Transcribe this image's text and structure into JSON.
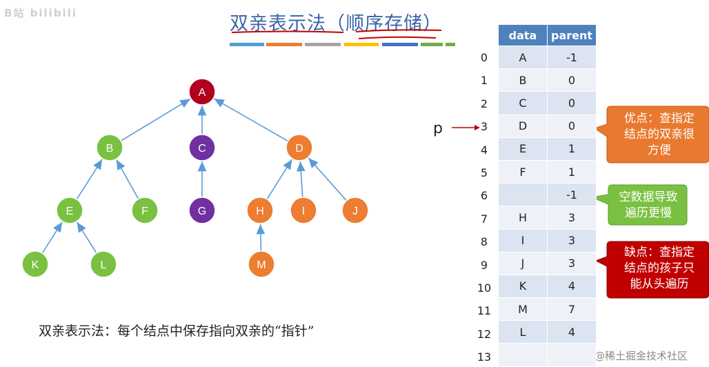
{
  "title": "双亲表示法（顺序存储）",
  "watermark_top_left": "B站 bilibili",
  "watermark_bottom_right": "@稀土掘金技术社区",
  "caption": "双亲表示法：每个结点中保存指向双亲的“指针”",
  "pointer_label": "p",
  "tree": {
    "nodes": [
      {
        "id": "A",
        "label": "A",
        "color": "#b0001e"
      },
      {
        "id": "B",
        "label": "B",
        "color": "#7ac142"
      },
      {
        "id": "C",
        "label": "C",
        "color": "#7030a0"
      },
      {
        "id": "D",
        "label": "D",
        "color": "#ed7d31"
      },
      {
        "id": "E",
        "label": "E",
        "color": "#7ac142"
      },
      {
        "id": "F",
        "label": "F",
        "color": "#7ac142"
      },
      {
        "id": "G",
        "label": "G",
        "color": "#7030a0"
      },
      {
        "id": "H",
        "label": "H",
        "color": "#ed7d31"
      },
      {
        "id": "I",
        "label": "I",
        "color": "#ed7d31"
      },
      {
        "id": "J",
        "label": "J",
        "color": "#ed7d31"
      },
      {
        "id": "K",
        "label": "K",
        "color": "#7ac142"
      },
      {
        "id": "L",
        "label": "L",
        "color": "#7ac142"
      },
      {
        "id": "M",
        "label": "M",
        "color": "#ed7d31"
      }
    ],
    "edges": [
      {
        "from": "B",
        "to": "A"
      },
      {
        "from": "C",
        "to": "A"
      },
      {
        "from": "D",
        "to": "A"
      },
      {
        "from": "E",
        "to": "B"
      },
      {
        "from": "F",
        "to": "B"
      },
      {
        "from": "G",
        "to": "C"
      },
      {
        "from": "H",
        "to": "D"
      },
      {
        "from": "I",
        "to": "D"
      },
      {
        "from": "J",
        "to": "D"
      },
      {
        "from": "K",
        "to": "E"
      },
      {
        "from": "L",
        "to": "E"
      },
      {
        "from": "M",
        "to": "H"
      }
    ]
  },
  "table": {
    "headers": [
      "data",
      "parent"
    ],
    "rows": [
      {
        "index": "0",
        "data": "A",
        "parent": "-1"
      },
      {
        "index": "1",
        "data": "B",
        "parent": "0"
      },
      {
        "index": "2",
        "data": "C",
        "parent": "0"
      },
      {
        "index": "3",
        "data": "D",
        "parent": "0"
      },
      {
        "index": "4",
        "data": "E",
        "parent": "1"
      },
      {
        "index": "5",
        "data": "F",
        "parent": "1"
      },
      {
        "index": "6",
        "data": "",
        "parent": "-1"
      },
      {
        "index": "7",
        "data": "H",
        "parent": "3"
      },
      {
        "index": "8",
        "data": "I",
        "parent": "3"
      },
      {
        "index": "9",
        "data": "J",
        "parent": "3"
      },
      {
        "index": "10",
        "data": "K",
        "parent": "4"
      },
      {
        "index": "11",
        "data": "M",
        "parent": "7"
      },
      {
        "index": "12",
        "data": "L",
        "parent": "4"
      },
      {
        "index": "13",
        "data": "",
        "parent": ""
      }
    ]
  },
  "callouts": {
    "advantage": {
      "lines": [
        "优点：查指定",
        "结点的双亲很",
        "方便"
      ],
      "color": "#e8792f"
    },
    "empty": {
      "lines": [
        "空数据导致",
        "遍历更慢"
      ],
      "color": "#7ac142"
    },
    "weakness": {
      "lines": [
        "缺点：查指定",
        "结点的孩子只",
        "能从头遍历"
      ],
      "color": "#c00000"
    }
  },
  "color_bar": [
    "#4f9fd4",
    "#ed7d31",
    "#a5a5a5",
    "#ffc000",
    "#4472c4",
    "#70ad47",
    "#70ad47"
  ]
}
